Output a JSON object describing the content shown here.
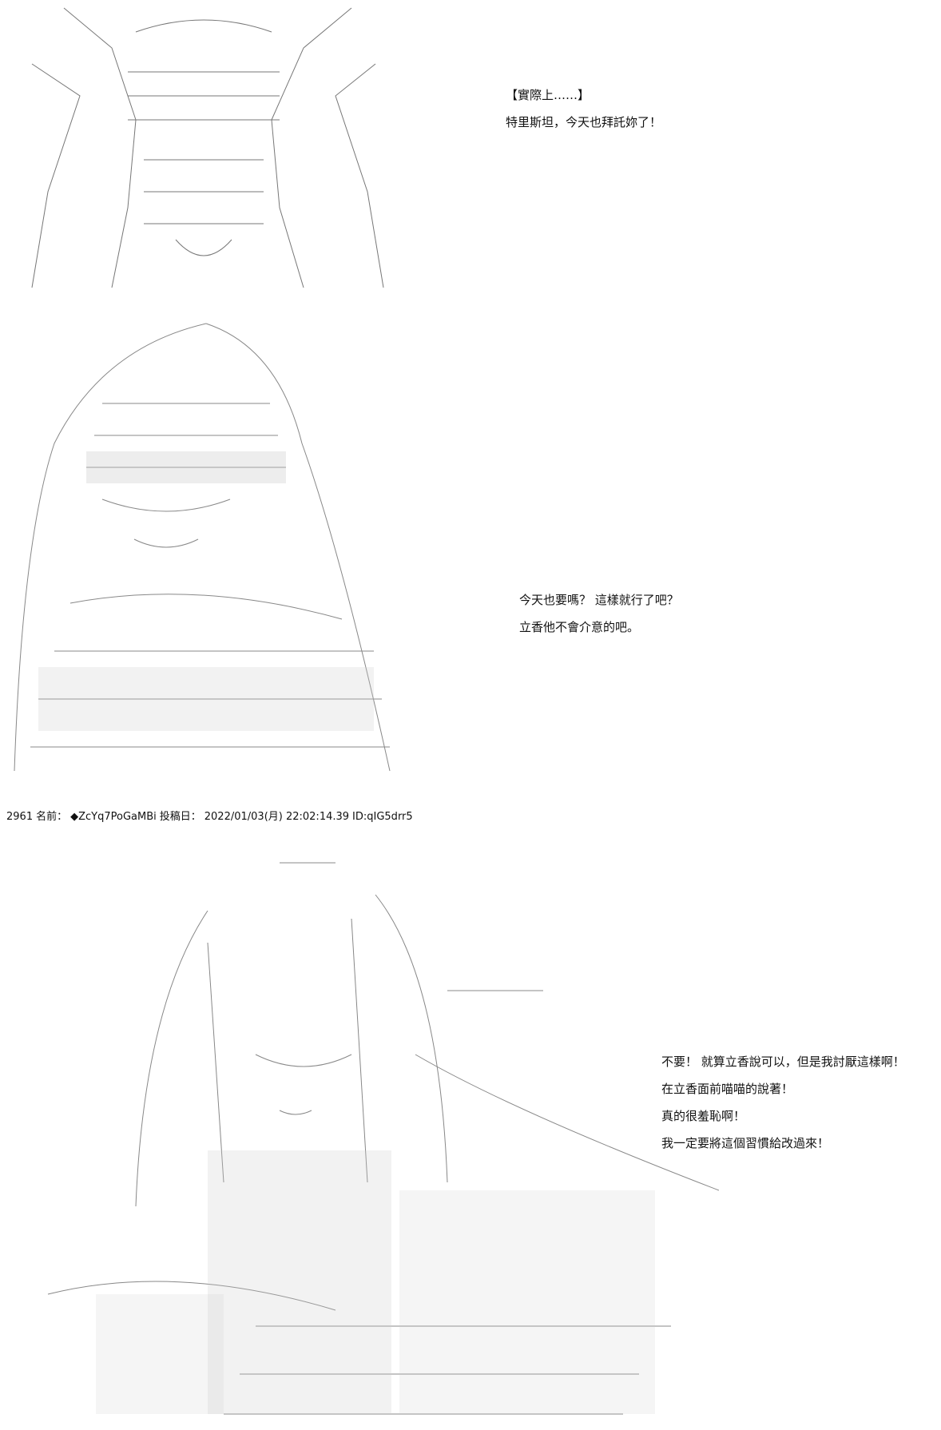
{
  "panels": [
    {
      "dialogue": [
        "【實際上……】",
        "特里斯坦，今天也拜託妳了！"
      ]
    },
    {
      "dialogue": [
        "今天也要嗎？ 這樣就行了吧？",
        "立香他不會介意的吧。"
      ]
    },
    {
      "dialogue": [
        "不要！ 就算立香說可以，但是我討厭這樣啊！",
        "在立香面前喵喵的說著！",
        "真的很羞恥啊！",
        "我一定要將這個習慣給改過來！"
      ]
    }
  ],
  "post": {
    "number": "2961",
    "name_label": "名前：",
    "tripcode": "◆ZcYq7PoGaMBi",
    "date_label": "投稿日：",
    "date": "2022/01/03(月) 22:02:14.39",
    "id": "ID:qIG5drr5"
  }
}
